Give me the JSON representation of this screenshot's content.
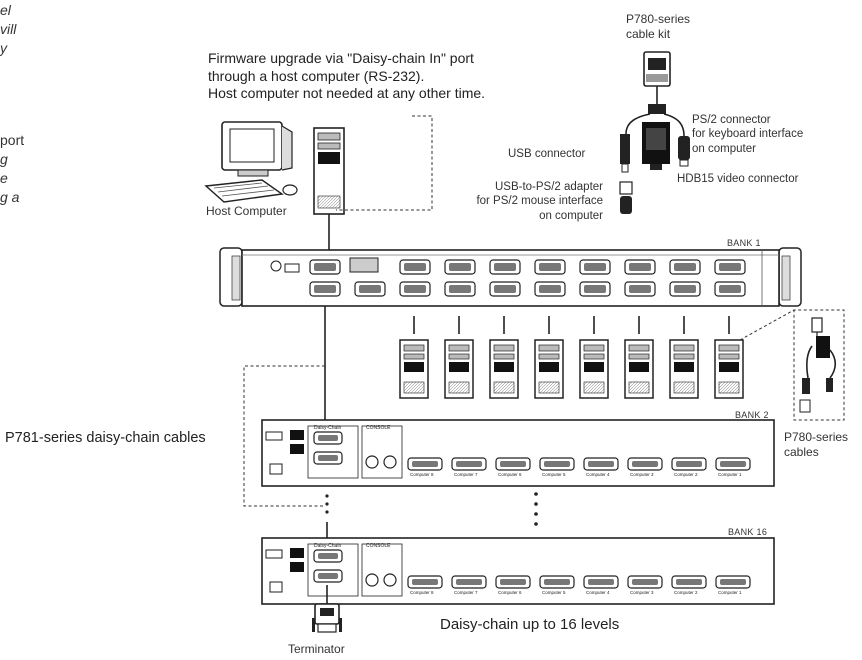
{
  "left_fragments": [
    "el",
    "vill",
    "y",
    "port",
    "g",
    "e",
    "g a"
  ],
  "firmware_note": [
    "Firmware upgrade via \"Daisy-chain In\" port",
    "through a host computer (RS-232).",
    "Host computer not needed at any other time."
  ],
  "cable_kit_label": [
    "P780-series",
    "cable kit"
  ],
  "usb_connector_label": "USB connector",
  "ps2_connector_label": [
    "PS/2 connector",
    "for keyboard interface",
    "on computer"
  ],
  "hdb15_label": "HDB15 video connector",
  "usb_ps2_adapter_label": [
    "USB-to-PS/2 adapter",
    "for PS/2 mouse interface",
    "on computer"
  ],
  "host_computer_label": "Host Computer",
  "bank_labels": [
    "BANK 1",
    "BANK 2",
    "BANK 16"
  ],
  "daisy_chain_cables_label": "P781-series daisy-chain cables",
  "p780_cables_label": [
    "P780-series",
    "cables"
  ],
  "daisy_chain_levels_label": "Daisy-chain up to 16 levels",
  "terminator_label": "Terminator",
  "panel_text": {
    "daisy_chain": "Daisy-Chain",
    "console": "CONSOLE",
    "port_labels": [
      "Computer 8",
      "Computer 7",
      "Computer 6",
      "Computer 5",
      "Computer 4",
      "Computer 3",
      "Computer 2",
      "Computer 1"
    ]
  }
}
